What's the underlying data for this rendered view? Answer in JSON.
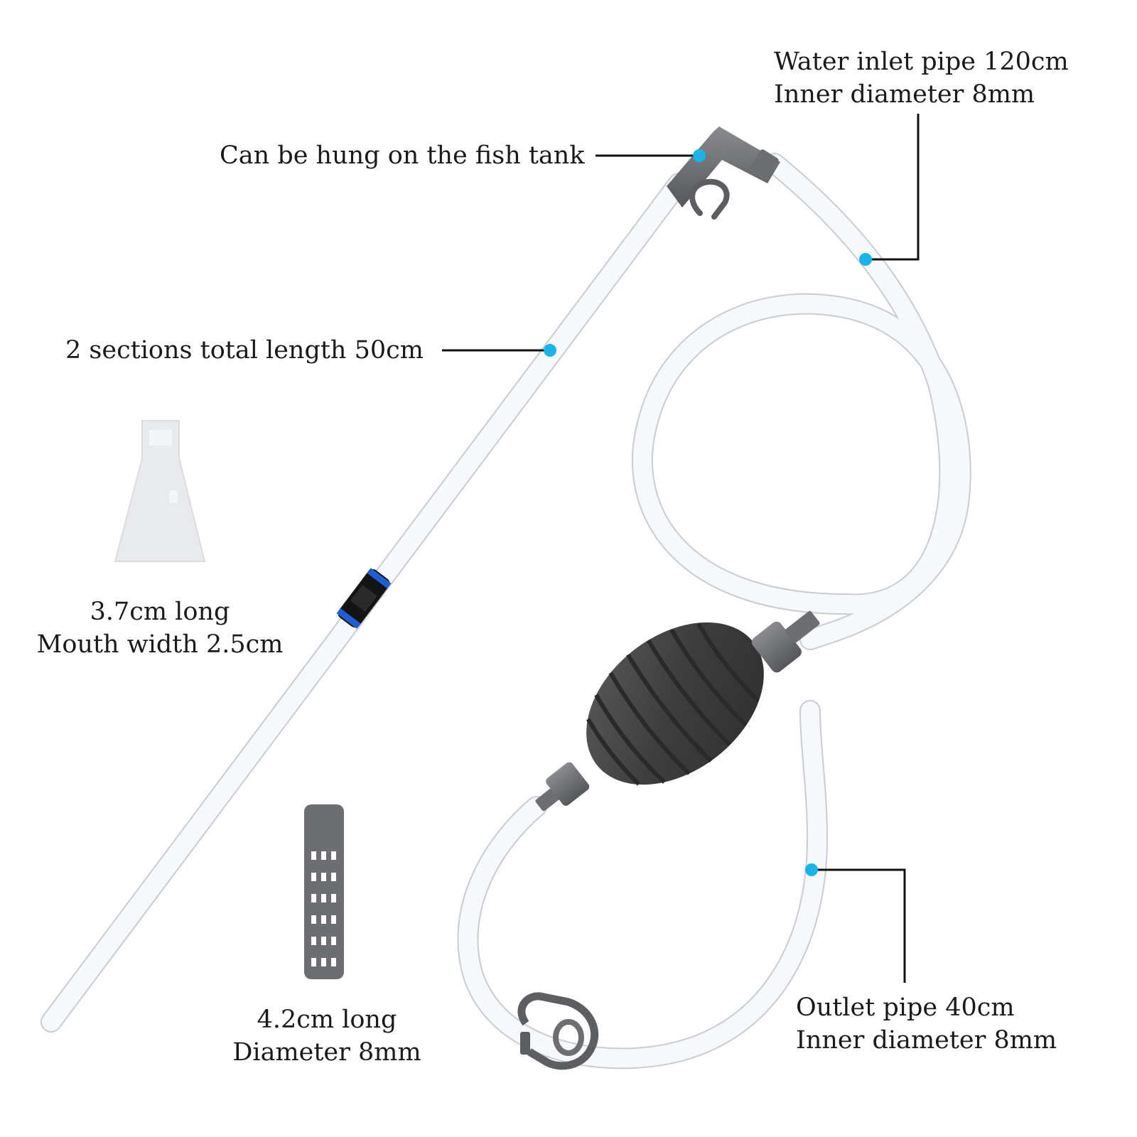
{
  "labels": {
    "inlet_pipe": {
      "line1": "Water inlet pipe 120cm",
      "line2": "Inner diameter 8mm"
    },
    "hook": "Can be hung on the fish tank",
    "sections": "2 sections total length 50cm",
    "nozzle": {
      "line1": "3.7cm long",
      "line2": "Mouth width 2.5cm"
    },
    "filter": {
      "line1": "4.2cm long",
      "line2": "Diameter 8mm"
    },
    "outlet_pipe": {
      "line1": "Outlet pipe 40cm",
      "line2": "Inner diameter 8mm"
    }
  },
  "colors": {
    "callout_dot": "#19b4ea",
    "callout_line": "#111111",
    "tube_fill": "#f7f8fa",
    "tube_edge": "#c9ccd1",
    "bulb": "#4a4a4a",
    "fitting_grey": "#6d6e71",
    "connector_blue": "#1f5fd6",
    "connector_black": "#141414"
  },
  "icons": {
    "hook": "hook-icon",
    "bulb": "squeeze-bulb-icon",
    "clip": "hose-clip-icon",
    "nozzle": "nozzle-icon",
    "filter": "filter-icon",
    "connector": "connector-icon"
  }
}
